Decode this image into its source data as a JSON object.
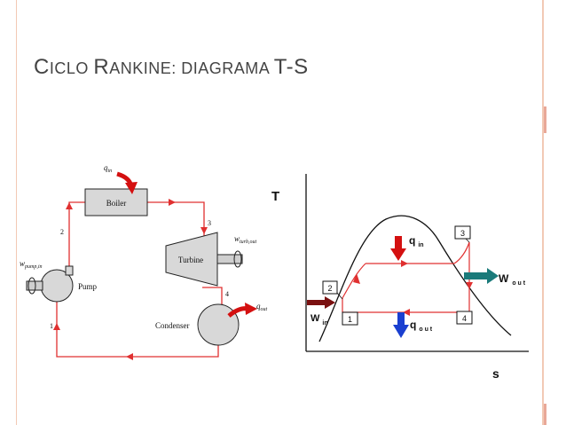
{
  "slide": {
    "title_parts": [
      {
        "cap": "C",
        "rest": "ICLO "
      },
      {
        "cap": "R",
        "rest": "ANKINE: DIAGRAMA "
      },
      {
        "cap": "T-S",
        "rest": ""
      }
    ]
  },
  "colors": {
    "accent": "#f2c9b5",
    "pipe": "#e03030",
    "arrow_red": "#d41010",
    "arrow_blue": "#1a3fd0",
    "arrow_teal": "#1a7a7a",
    "arrow_darkred": "#7a1010",
    "equipment_fill": "#d8d8d8"
  },
  "schematic": {
    "boiler": "Boiler",
    "turbine": "Turbine",
    "pump": "Pump",
    "condenser": "Condenser",
    "q_in_main": "q",
    "q_in_sub": "in",
    "q_out_main": "q",
    "q_out_sub": "out",
    "w_turb_main": "w",
    "w_turb_sub": "turb,out",
    "w_pump_main": "w",
    "w_pump_sub": "pump,in",
    "state_1": "1",
    "state_2": "2",
    "state_3": "3",
    "state_4": "4"
  },
  "ts_diagram": {
    "axis_y": "T",
    "axis_x": "s",
    "q_in_main": "q",
    "q_in_sub": "in",
    "q_out_main": "q",
    "q_out_sub": "o u t",
    "w_out_main": "W",
    "w_out_sub": "o u t",
    "w_in_main": "W",
    "w_in_sub": "in",
    "state_1": "1",
    "state_2": "2",
    "state_3": "3",
    "state_4": "4"
  }
}
